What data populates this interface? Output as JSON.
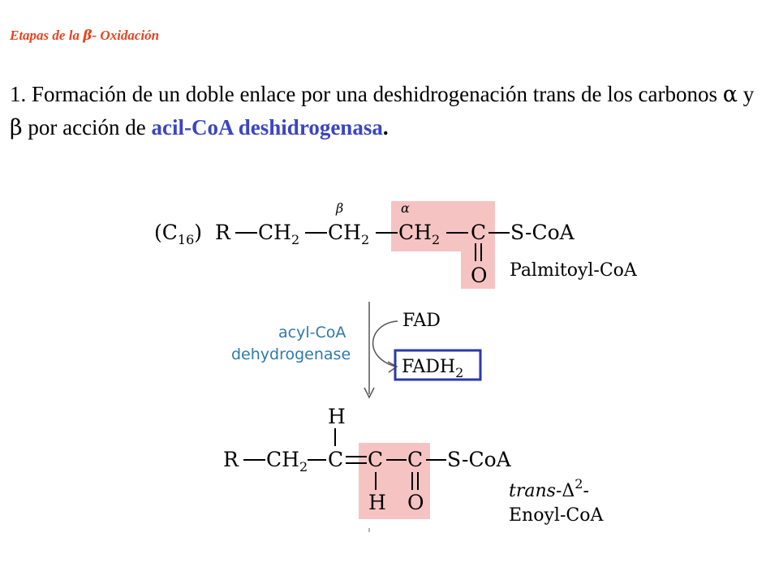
{
  "title": {
    "prefix": "Etapas de la ",
    "beta": "β",
    "suffix": "- Oxidación"
  },
  "paragraph": {
    "text1": "1. Formación de un doble enlace por una deshidrogenación trans de los carbonos ",
    "alpha": "α",
    "and": " y ",
    "beta": "β",
    "text2": " por acción de ",
    "enzyme": "acil-CoA deshidrogenasa",
    "period": "."
  },
  "colors": {
    "title": "#e8421e",
    "enzyme_text": "#3b45c4",
    "highlight": "#f6c3c3",
    "fadh2_box": "#2b3aa8",
    "enzyme_label": "#2e7aa8"
  },
  "reactant": {
    "c16": "(C",
    "c16_sub": "16",
    "c16_close": ")",
    "r": "R",
    "ch2": "CH",
    "two": "2",
    "c": "C",
    "scoa": "S-CoA",
    "o": "O",
    "beta_label": "β",
    "alpha_label": "α",
    "name": "Palmitoyl-CoA"
  },
  "reaction": {
    "enzyme_line1": "acyl-CoA",
    "enzyme_line2": "dehydrogenase",
    "fad": "FAD",
    "fadh": "FADH",
    "fadh_sub": "2"
  },
  "product": {
    "r": "R",
    "ch2": "CH",
    "two": "2",
    "c": "C",
    "h": "H",
    "o": "O",
    "scoa": "S-CoA",
    "name_italic": "trans",
    "name_delta": "-Δ",
    "name_sup": "2",
    "name_dash": "-",
    "name_line2": "Enoyl-CoA"
  }
}
